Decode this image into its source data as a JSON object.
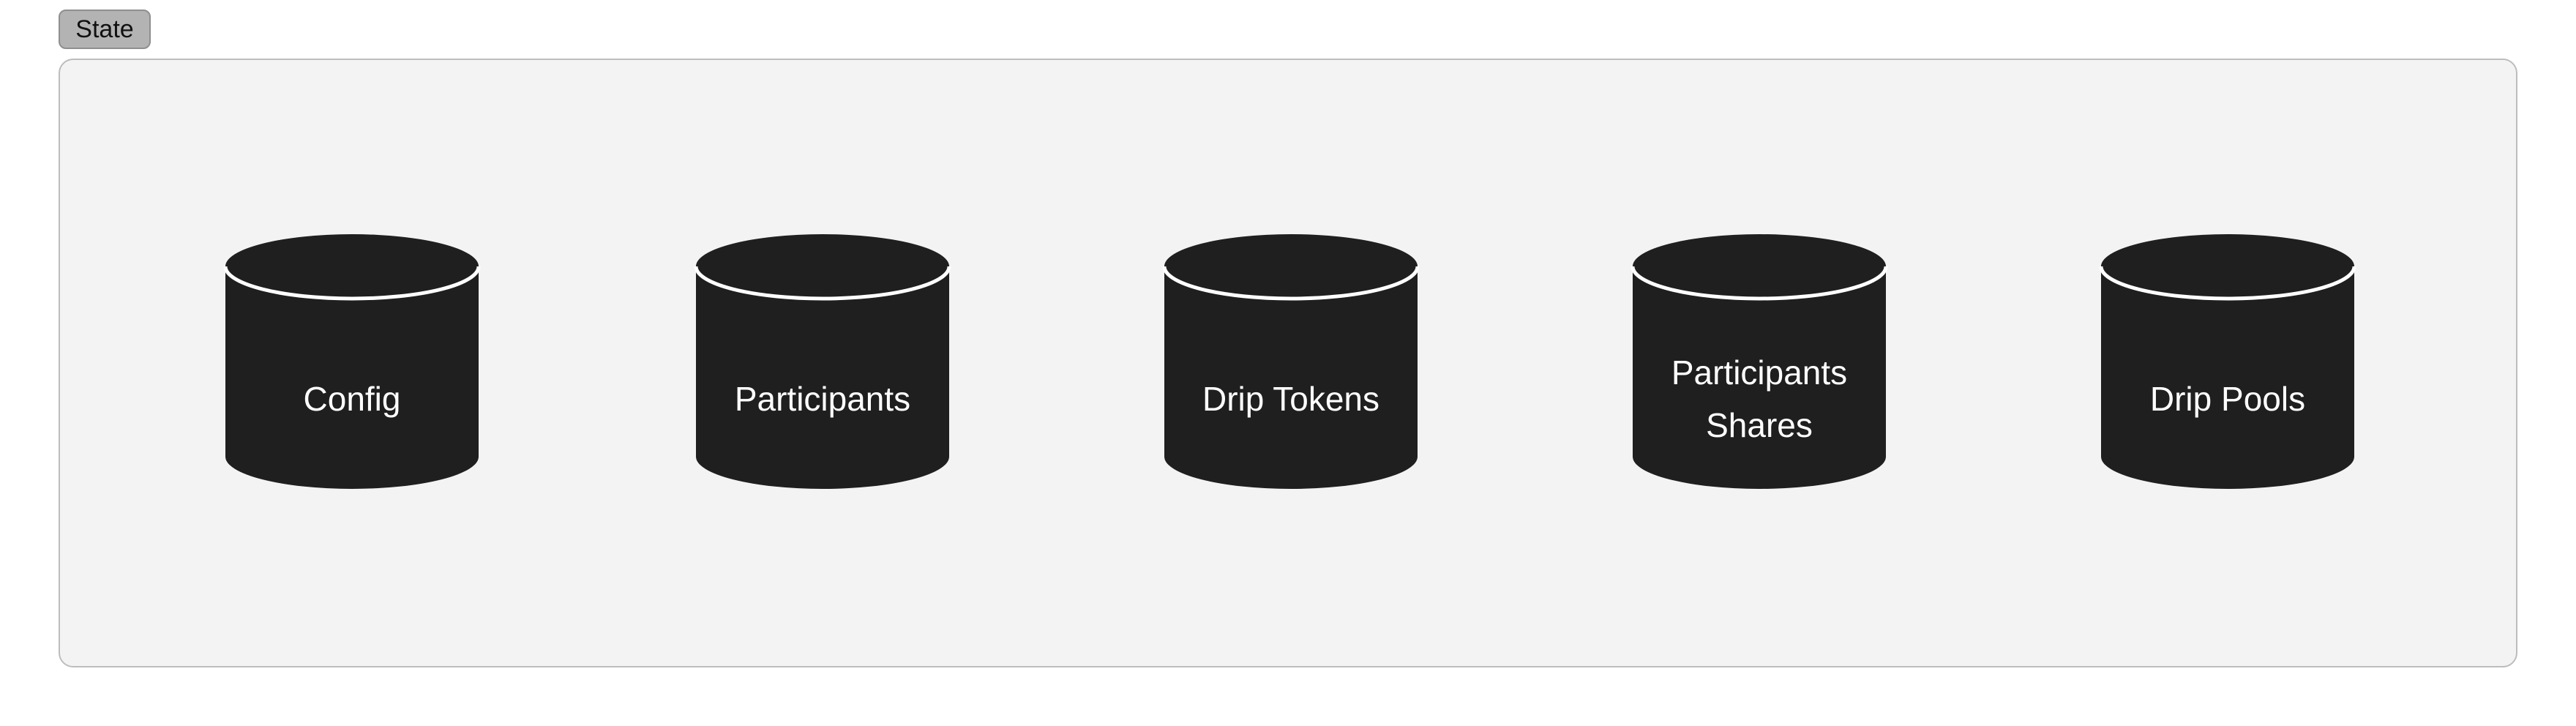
{
  "group": {
    "label": "State"
  },
  "stores": [
    {
      "label": "Config"
    },
    {
      "label": "Participants"
    },
    {
      "label": "Drip Tokens"
    },
    {
      "label": "Participants\nShares"
    },
    {
      "label": "Drip Pools"
    }
  ],
  "colors": {
    "group_background": "#f3f3f3",
    "group_border": "#bdbdbd",
    "tag_background": "#b3b3b3",
    "store_fill": "#1f1f1f",
    "store_stroke": "#ffffff",
    "store_text": "#ffffff"
  }
}
